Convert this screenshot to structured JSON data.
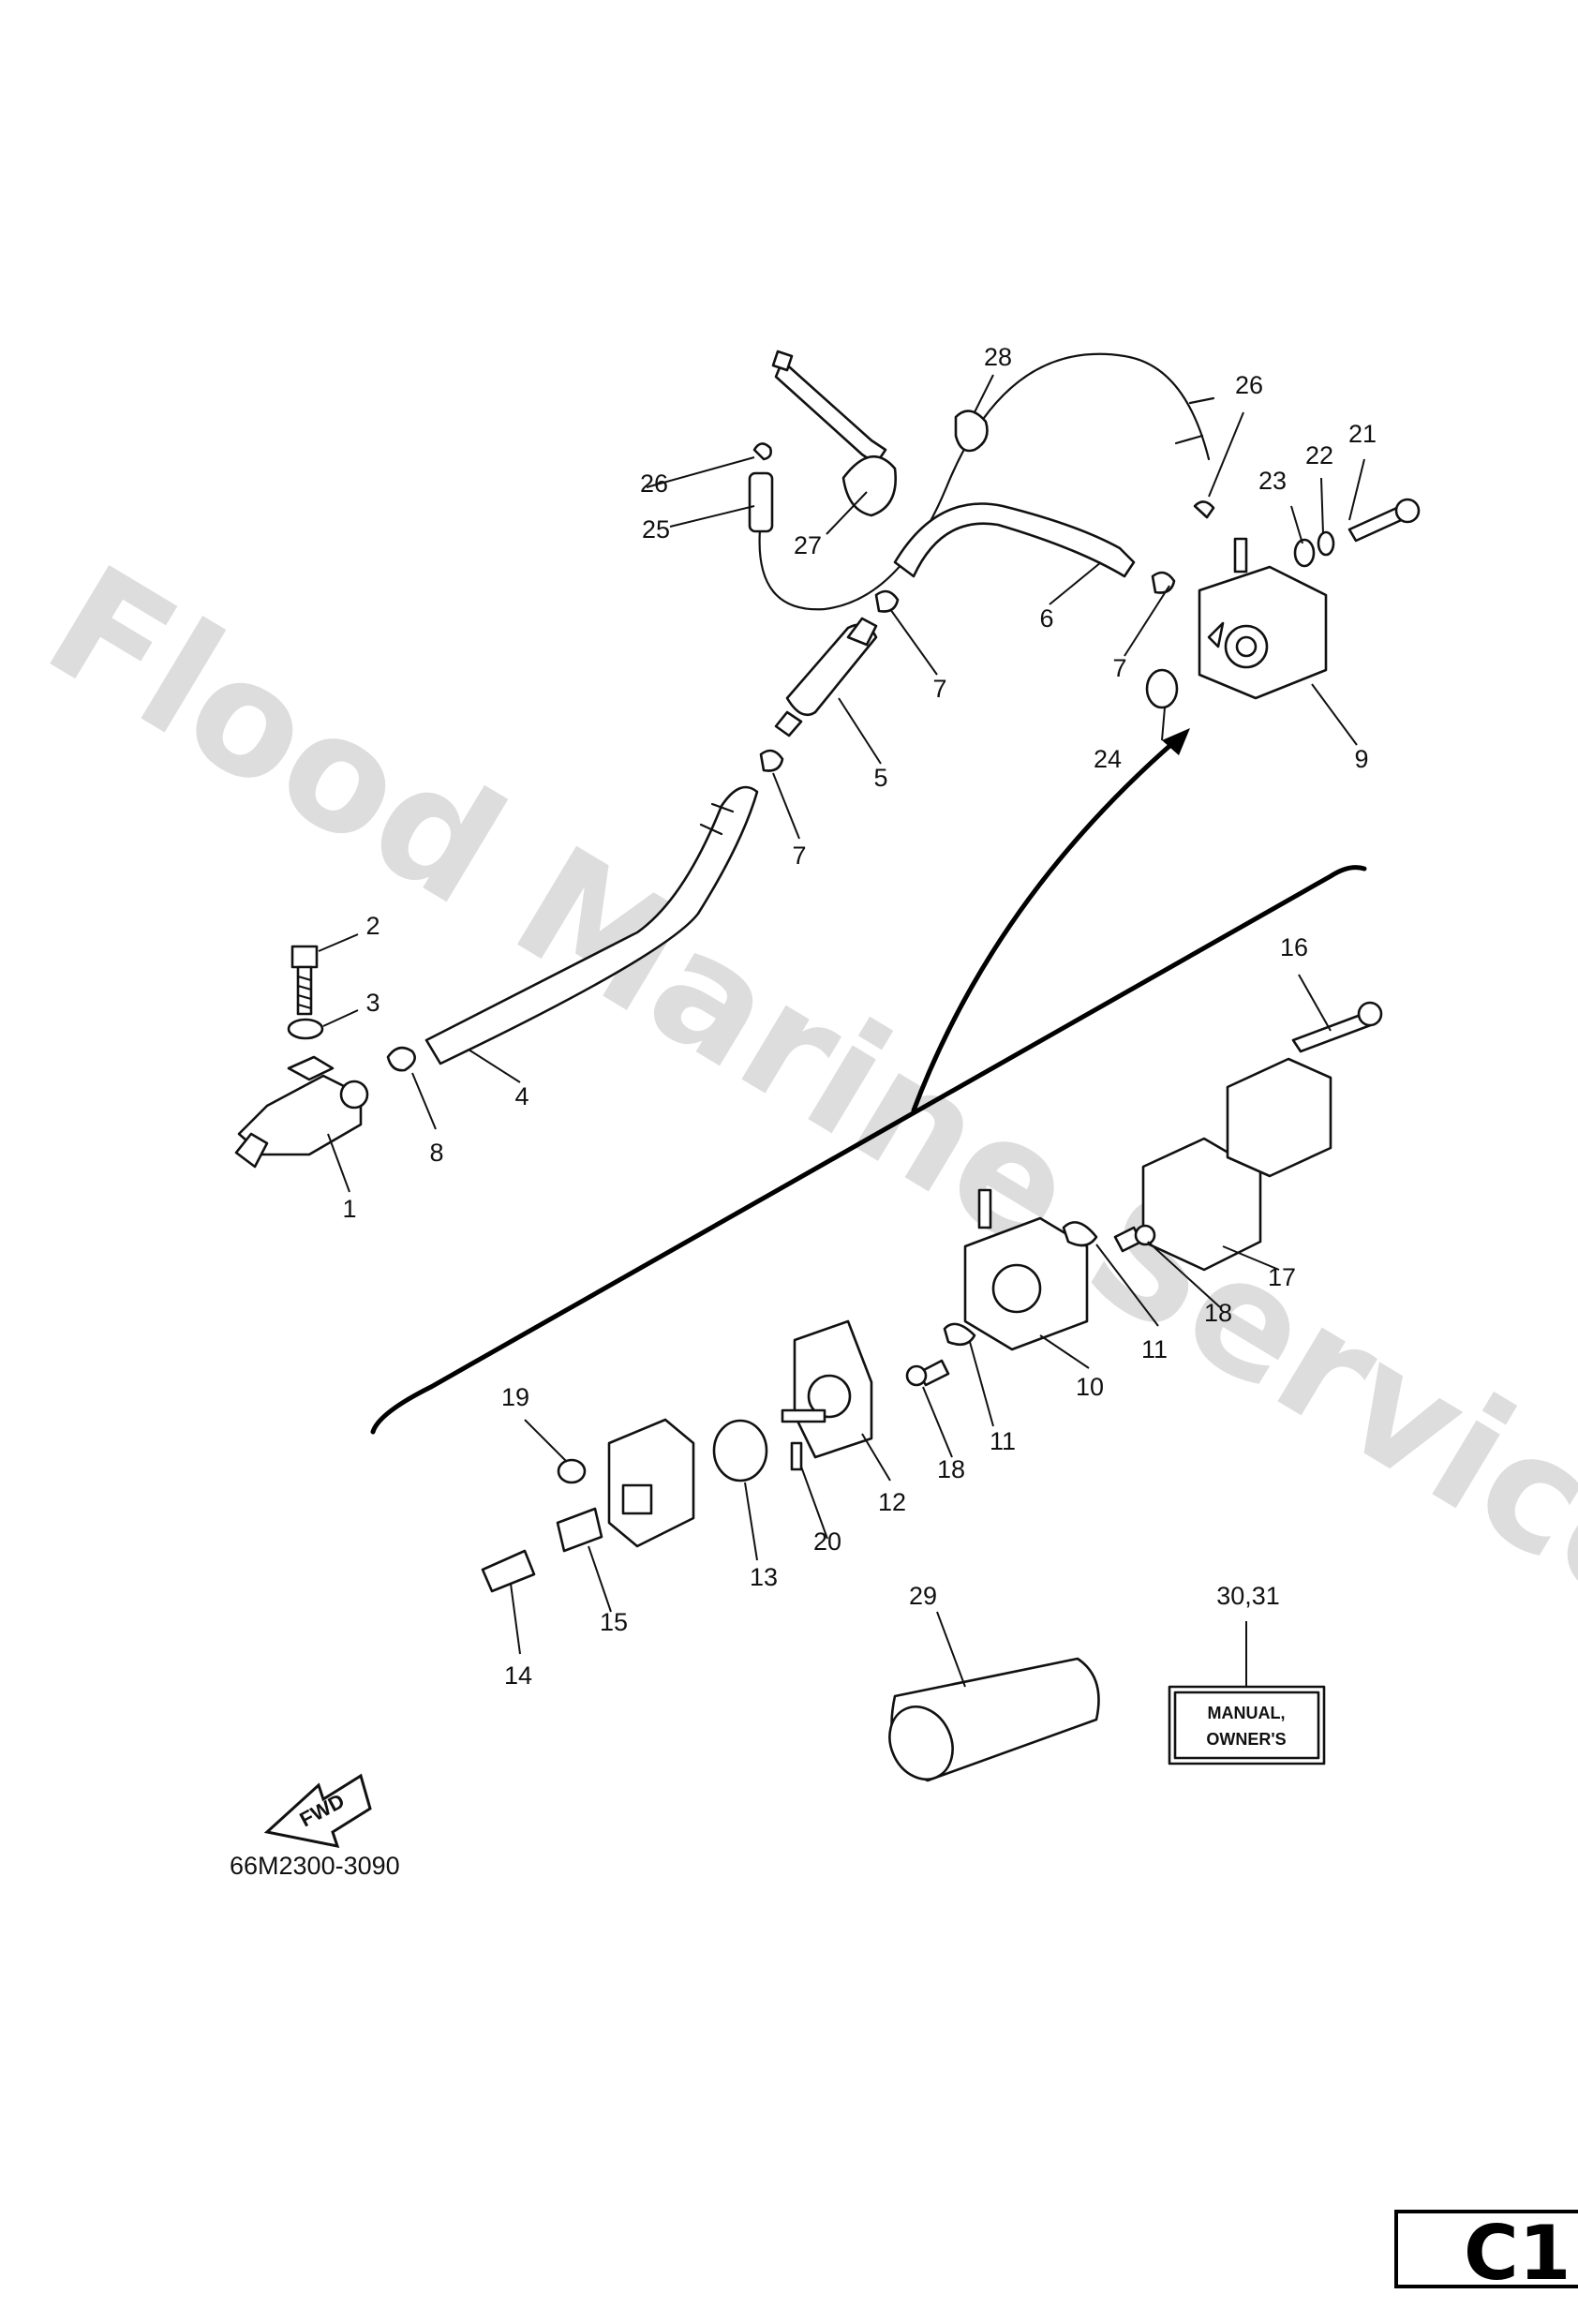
{
  "watermark": "Flood Marine Services",
  "catalog_number": "66M2300-3090",
  "page_tag": "C1",
  "fwd_label": "FWD",
  "manual_label": {
    "line1": "MANUAL,",
    "line2": "OWNER'S"
  },
  "callouts": [
    {
      "id": "c1",
      "text": "1"
    },
    {
      "id": "c2",
      "text": "2"
    },
    {
      "id": "c3",
      "text": "3"
    },
    {
      "id": "c4",
      "text": "4"
    },
    {
      "id": "c5",
      "text": "5"
    },
    {
      "id": "c6",
      "text": "6"
    },
    {
      "id": "c7a",
      "text": "7"
    },
    {
      "id": "c7b",
      "text": "7"
    },
    {
      "id": "c7c",
      "text": "7"
    },
    {
      "id": "c8",
      "text": "8"
    },
    {
      "id": "c9",
      "text": "9"
    },
    {
      "id": "c10",
      "text": "10"
    },
    {
      "id": "c11a",
      "text": "11"
    },
    {
      "id": "c11b",
      "text": "11"
    },
    {
      "id": "c12",
      "text": "12"
    },
    {
      "id": "c13",
      "text": "13"
    },
    {
      "id": "c14",
      "text": "14"
    },
    {
      "id": "c15",
      "text": "15"
    },
    {
      "id": "c16",
      "text": "16"
    },
    {
      "id": "c17",
      "text": "17"
    },
    {
      "id": "c18a",
      "text": "18"
    },
    {
      "id": "c18b",
      "text": "18"
    },
    {
      "id": "c19",
      "text": "19"
    },
    {
      "id": "c20",
      "text": "20"
    },
    {
      "id": "c21",
      "text": "21"
    },
    {
      "id": "c22",
      "text": "22"
    },
    {
      "id": "c23",
      "text": "23"
    },
    {
      "id": "c24",
      "text": "24"
    },
    {
      "id": "c25",
      "text": "25"
    },
    {
      "id": "c26a",
      "text": "26"
    },
    {
      "id": "c26b",
      "text": "26"
    },
    {
      "id": "c27",
      "text": "27"
    },
    {
      "id": "c28",
      "text": "28"
    },
    {
      "id": "c29",
      "text": "29"
    },
    {
      "id": "c30_31",
      "text": "30,31"
    }
  ]
}
